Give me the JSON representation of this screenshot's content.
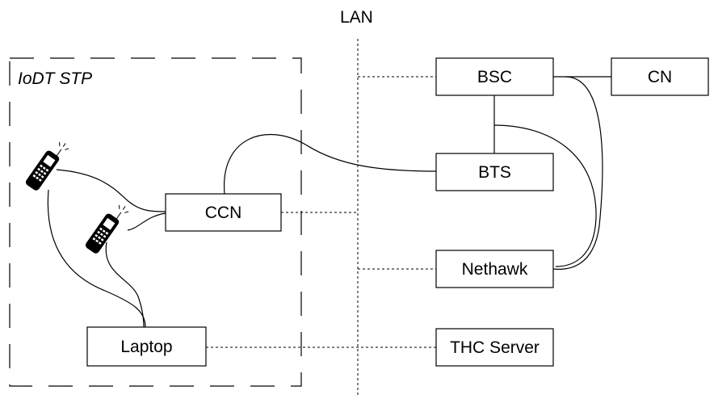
{
  "diagram": {
    "lan_label": "LAN",
    "stp_label": "IoDT STP",
    "nodes": {
      "bsc": "BSC",
      "cn": "CN",
      "bts": "BTS",
      "ccn": "CCN",
      "nethawk": "Nethawk",
      "laptop": "Laptop",
      "thc_server": "THC Server"
    },
    "icons": [
      "mobile-phone-icon",
      "mobile-phone-icon"
    ]
  }
}
